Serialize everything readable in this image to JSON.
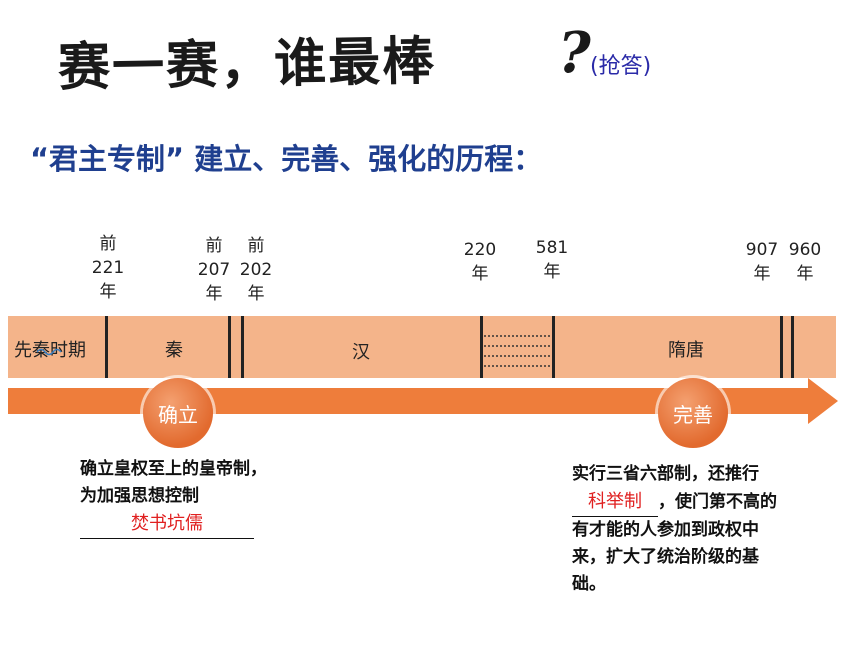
{
  "title": {
    "main": "赛一赛，谁最棒",
    "qmark": "?",
    "tag": "(抢答)"
  },
  "subtitle": "“君主专制”  建立、完善、强化的历程：",
  "timeline": {
    "years": [
      {
        "lines": [
          "前",
          "221",
          "年"
        ]
      },
      {
        "lines": [
          "前",
          "207",
          "年"
        ]
      },
      {
        "lines": [
          "前",
          "202",
          "年"
        ]
      },
      {
        "lines": [
          "220",
          "年"
        ]
      },
      {
        "lines": [
          "581",
          "年"
        ]
      },
      {
        "lines": [
          "907",
          "年"
        ]
      },
      {
        "lines": [
          "960",
          "年"
        ]
      }
    ],
    "periods": {
      "pre_qin": "先秦时期",
      "qin": "秦",
      "han": "汉",
      "sui_tang": "隋唐"
    }
  },
  "stages": {
    "establish": "确立",
    "perfect": "完善"
  },
  "left_text": {
    "line1": "确立皇权至上的皇帝制，",
    "line2": "为加强思想控制",
    "answer": "焚书坑儒"
  },
  "right_text": {
    "line1": "实行三省六部制，还推行",
    "answer": "科举制",
    "line2_rest": "，使门第不高的",
    "line3": "有才能的人参加到政权中",
    "line4": "来，扩大了统治阶级的基",
    "line5": "础。"
  },
  "colors": {
    "band": "#f4b48a",
    "arrow": "#ee7d3b",
    "circle": "#e26a2e",
    "subtitle": "#1f3f8f",
    "answer": "#e02020"
  }
}
